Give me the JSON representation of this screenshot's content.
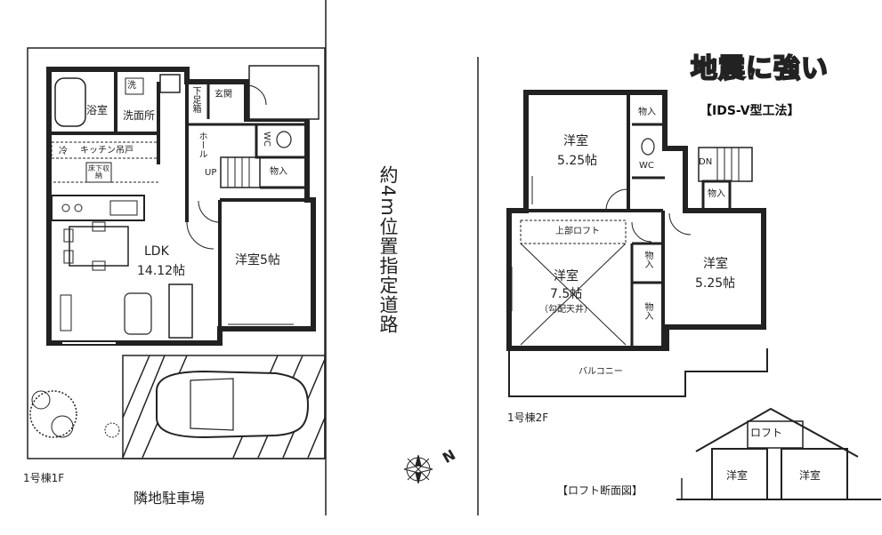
{
  "badge": {
    "title": "地震に強い",
    "method": "【IDS-V型工法】"
  },
  "floor1": {
    "caption": "1号棟1F",
    "neighbor_parking": "隣地駐車場",
    "rooms": {
      "bath": "浴室",
      "wash_small": "洗",
      "washroom": "洗面所",
      "shoe_box": "下足箱",
      "entrance": "玄関",
      "hall": "ホール",
      "wc": "WC",
      "fridge": "冷",
      "kitchen_cabinet": "キッチン吊戸",
      "floor_storage": "床下収納",
      "up": "UP",
      "storage": "物入",
      "ldk": "LDK",
      "ldk_size": "14.12帖",
      "western": "洋室5帖"
    }
  },
  "road": {
    "label": "約4m位置指定道路"
  },
  "compass": {
    "north": "N"
  },
  "floor2": {
    "caption": "1号棟2F",
    "rooms": {
      "western_a": "洋室",
      "western_a_size": "5.25帖",
      "storage_1": "物入",
      "wc": "WC",
      "dn": "DN",
      "storage_2": "物入",
      "loft_above": "上部ロフト",
      "western_b": "洋室",
      "western_b_size": "7.5帖",
      "western_b_note": "（勾配天井）",
      "storage_3": "物入",
      "storage_4": "物入",
      "western_c": "洋室",
      "western_c_size": "5.25帖",
      "balcony": "バルコニー"
    }
  },
  "section": {
    "caption": "【ロフト断面図】",
    "loft": "ロフト",
    "room_left": "洋室",
    "room_right": "洋室"
  }
}
